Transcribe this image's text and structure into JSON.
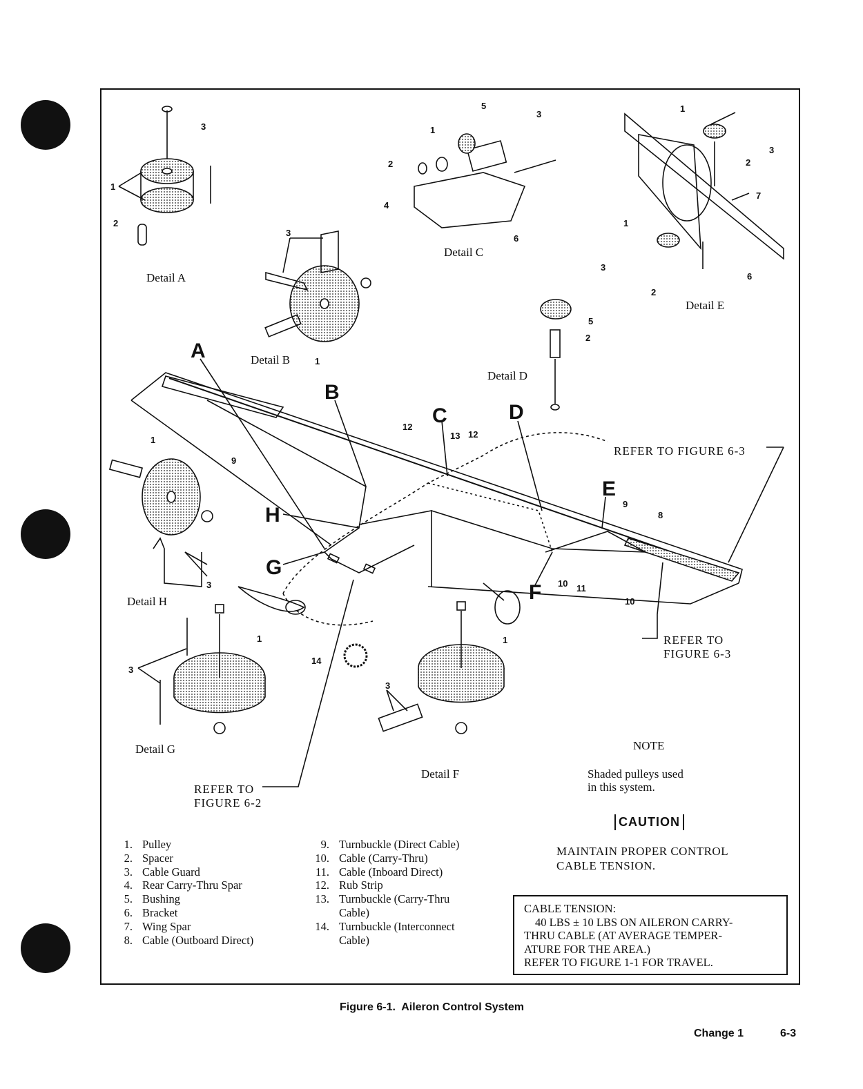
{
  "details": {
    "A": "Detail A",
    "B": "Detail B",
    "C": "Detail C",
    "D": "Detail D",
    "E": "Detail E",
    "F": "Detail F",
    "G": "Detail G",
    "H": "Detail H"
  },
  "callouts": {
    "refer_6_3_top": "REFER TO FIGURE 6-3",
    "refer_6_3_right_1": "REFER TO",
    "refer_6_3_right_2": "FIGURE 6-3",
    "refer_6_2_1": "REFER TO",
    "refer_6_2_2": "FIGURE 6-2"
  },
  "note": {
    "title": "NOTE",
    "line1": "Shaded pulleys used",
    "line2": "in this system."
  },
  "caution": {
    "badge": "CAUTION",
    "line1": "MAINTAIN PROPER CONTROL",
    "line2": "CABLE TENSION."
  },
  "cable_tension": {
    "line1": "CABLE TENSION:",
    "line2": "40 LBS ± 10 LBS ON AILERON CARRY-",
    "line3": "THRU CABLE (AT AVERAGE TEMPER-",
    "line4": "ATURE FOR THE AREA.)",
    "line5": "REFER TO FIGURE 1-1 FOR TRAVEL."
  },
  "legend_left": [
    {
      "n": "1.",
      "text": "Pulley"
    },
    {
      "n": "2.",
      "text": "Spacer"
    },
    {
      "n": "3.",
      "text": "Cable Guard"
    },
    {
      "n": "4.",
      "text": "Rear Carry-Thru Spar"
    },
    {
      "n": "5.",
      "text": "Bushing"
    },
    {
      "n": "6.",
      "text": "Bracket"
    },
    {
      "n": "7.",
      "text": "Wing Spar"
    },
    {
      "n": "8.",
      "text": "Cable (Outboard Direct)"
    }
  ],
  "legend_right": [
    {
      "n": "9.",
      "text": "Turnbuckle (Direct Cable)"
    },
    {
      "n": "10.",
      "text": "Cable (Carry-Thru)"
    },
    {
      "n": "11.",
      "text": "Cable (Inboard Direct)"
    },
    {
      "n": "12.",
      "text": "Rub Strip"
    },
    {
      "n": "13.",
      "text": "Turnbuckle (Carry-Thru"
    },
    {
      "n": "",
      "text": "Cable)"
    },
    {
      "n": "14.",
      "text": "Turnbuckle (Interconnect"
    },
    {
      "n": "",
      "text": "Cable)"
    }
  ],
  "caption": "Figure 6-1.  Aileron Control System",
  "footer": {
    "change": "Change 1",
    "page": "6-3"
  }
}
